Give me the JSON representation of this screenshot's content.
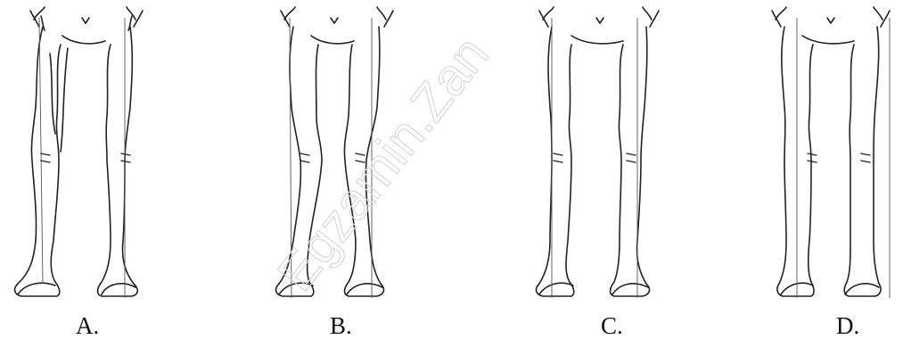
{
  "figures": [
    {
      "label": "A.",
      "stance": "base-wide"
    },
    {
      "label": "B.",
      "stance": "knock-kneed"
    },
    {
      "label": "C.",
      "stance": "toe-out"
    },
    {
      "label": "D.",
      "stance": "normal"
    }
  ],
  "watermark": {
    "text": "Egzamin.Zan"
  }
}
